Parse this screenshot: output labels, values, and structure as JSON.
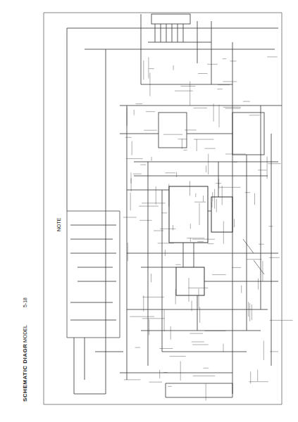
{
  "diagram": {
    "title": "SCHEMATIC DIAGRAM",
    "labels": [
      "MODEL",
      "NOTE",
      "5-18"
    ]
  }
}
